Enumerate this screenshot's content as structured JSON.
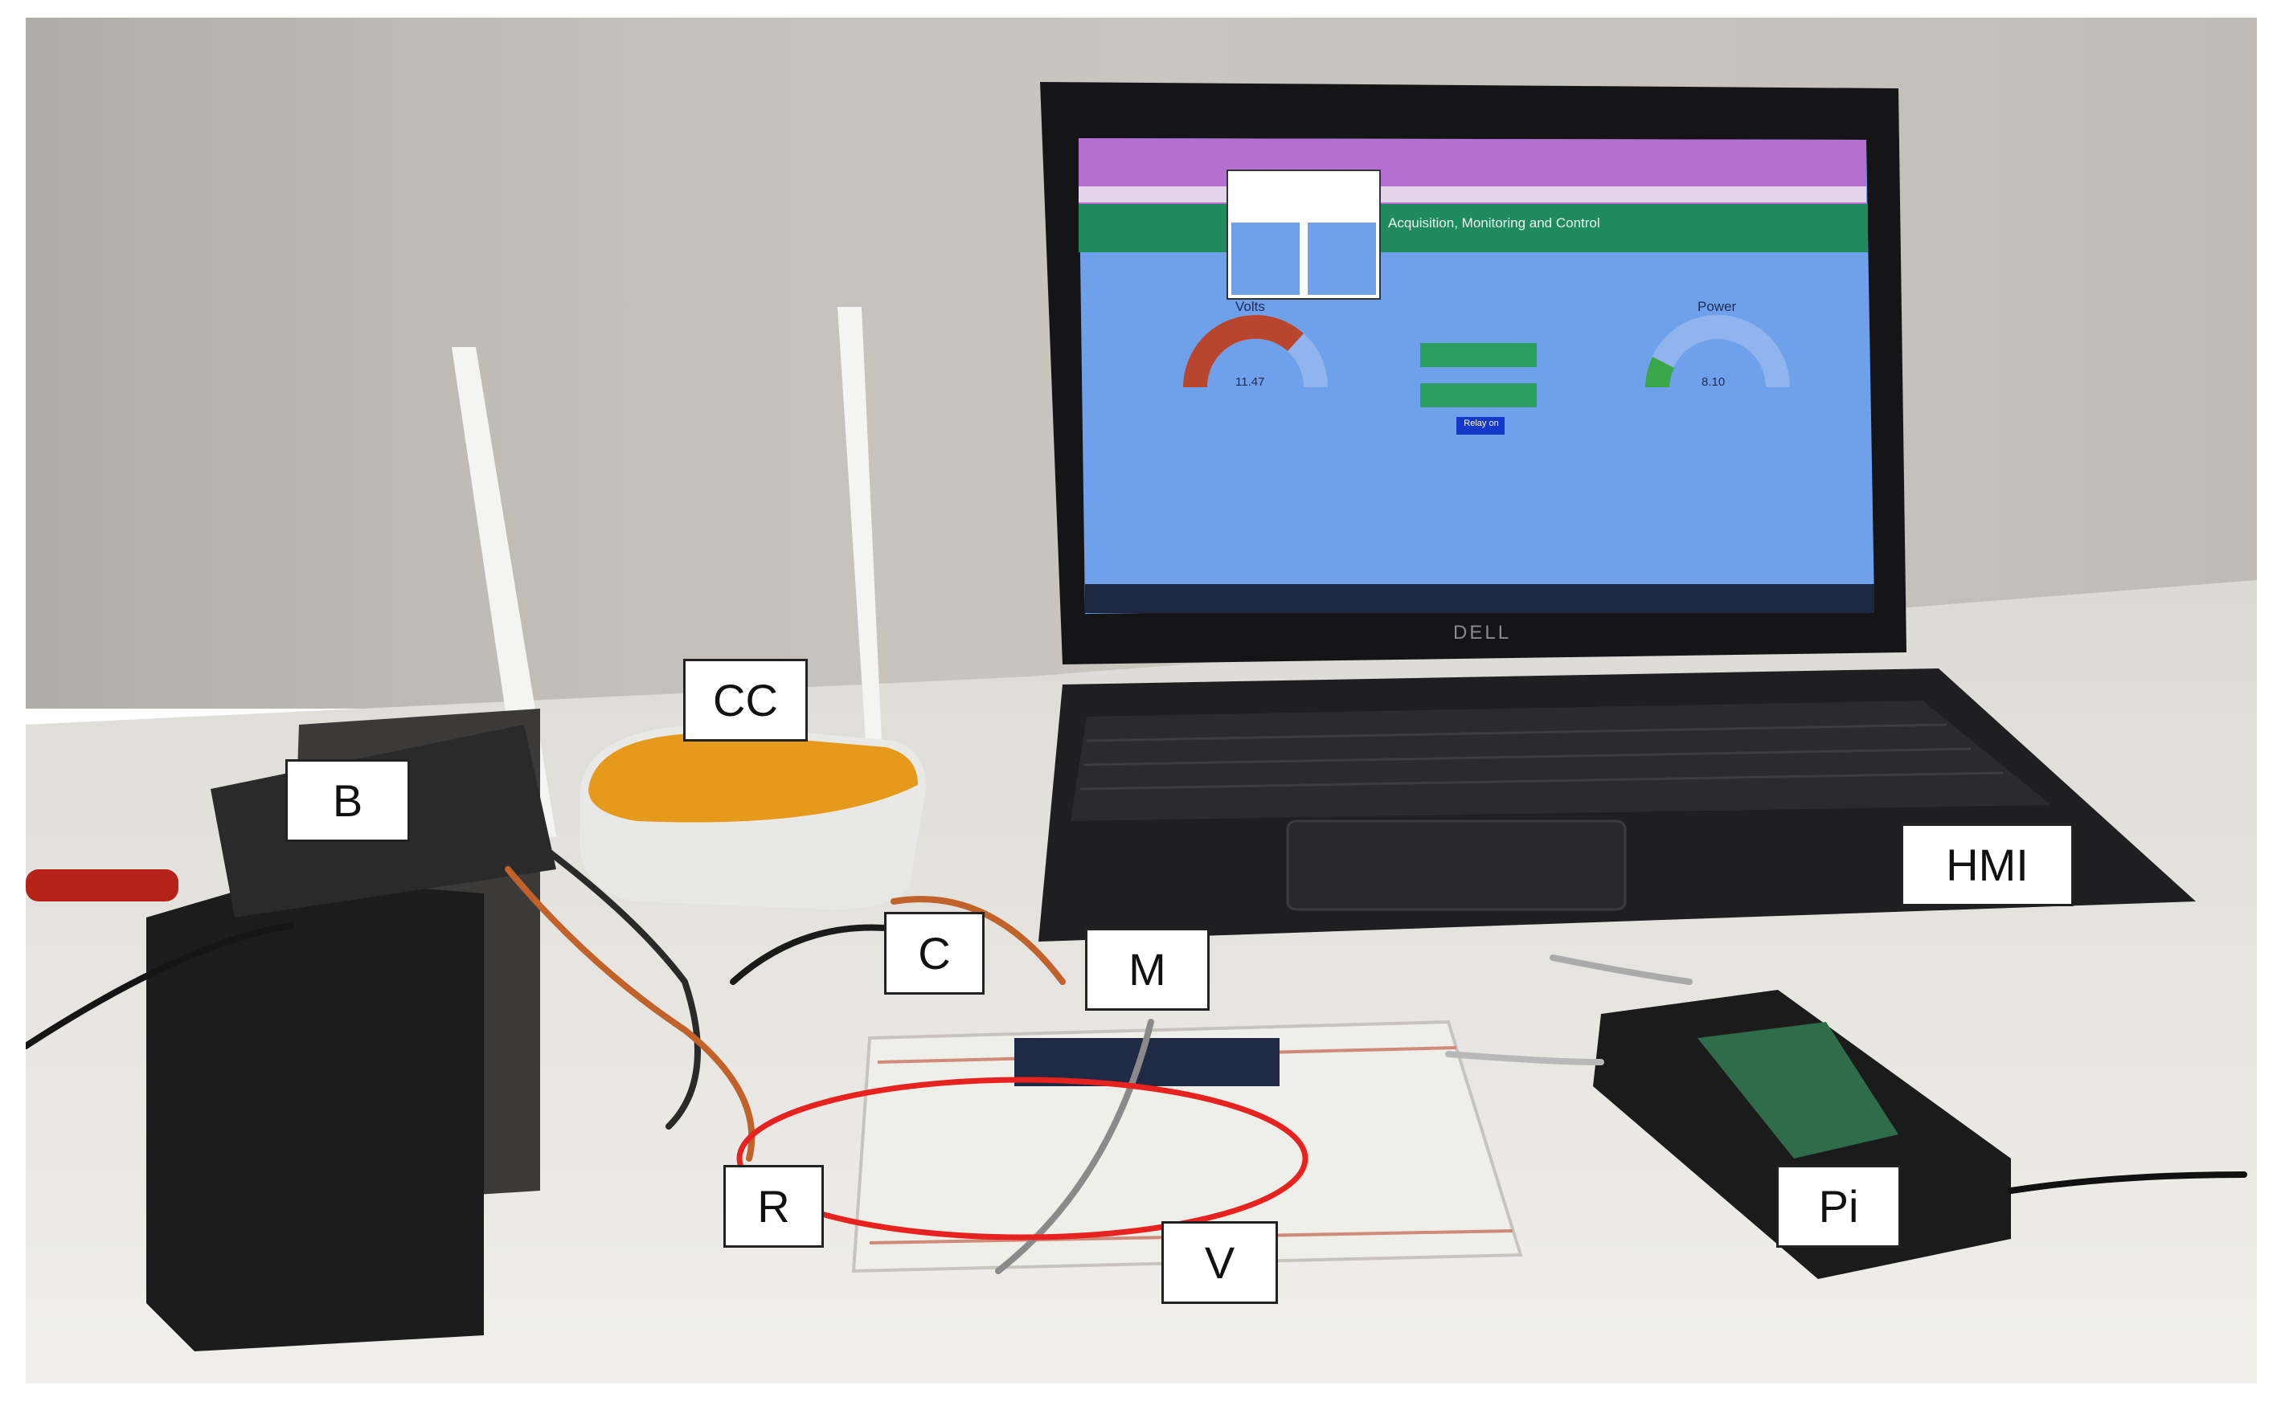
{
  "labels": {
    "battery": "B",
    "charge_controller": "CC",
    "current_sensor": "C",
    "microcontroller": "M",
    "hmi": "HMI",
    "relay": "R",
    "voltage_sensors": "V",
    "raspberry_pi": "Pi"
  },
  "screen": {
    "header": "Acquisition, Monitoring and Control",
    "gauge_left_title": "Volts",
    "gauge_left_value": "11.47",
    "gauge_right_title": "Power",
    "gauge_right_value": "8.10",
    "gauge_left_fraction": 0.62,
    "gauge_right_fraction": 0.12,
    "button_text": "Relay on"
  },
  "laptop_brand": "DELL",
  "colors": {
    "wall": "#c9c6bf",
    "table": "#e6e4df",
    "screen_bg": "#6ea0ea",
    "header_green": "#1f8a5c",
    "gauge_red": "#b8452e",
    "gauge_blue": "#8fb4ee",
    "router_orange": "#e59a1c",
    "highlight_ellipse": "#e8231f"
  }
}
